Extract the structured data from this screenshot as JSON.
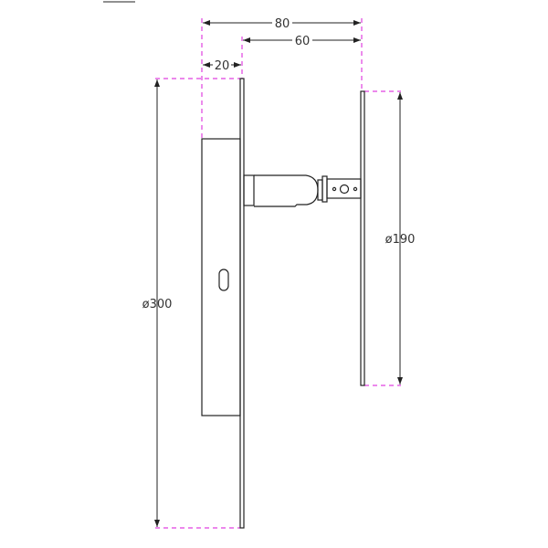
{
  "dimensions": {
    "overall_depth": "80",
    "handle_projection": "60",
    "rose_depth": "20",
    "left_plate_diameter": "ø300",
    "right_plate_diameter": "ø190"
  },
  "colors": {
    "extension_lines": "#e040e0",
    "object_lines": "#222222"
  }
}
